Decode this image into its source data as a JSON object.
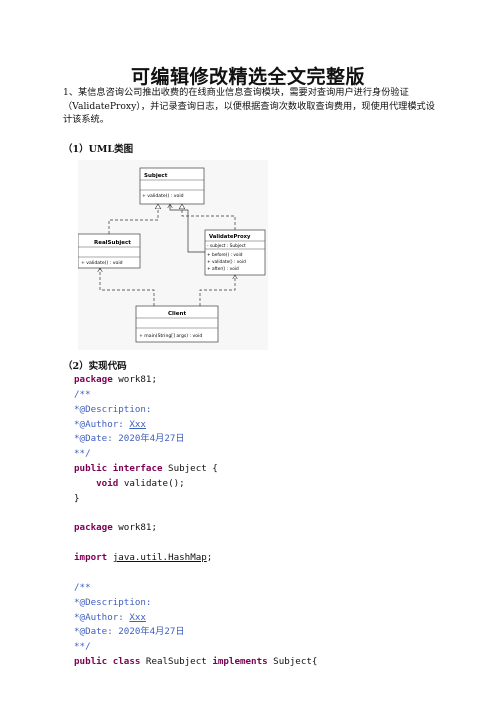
{
  "doc": {
    "title": "可编辑修改精选全文完整版",
    "intro": "1、某信息咨询公司推出收费的在线商业信息查询模块，需要对查询用户进行身份验证（ValidateProxy），并记录查询日志，以便根据查询次数收取查询费用，现使用代理模式设计该系统。",
    "section1": "（1）UML类图",
    "section2": "（2）实现代码"
  },
  "uml": {
    "subject": {
      "name": "Subject",
      "method": "+ validate()    : void"
    },
    "realsubject": {
      "name": "RealSubject",
      "method": "+ validate()    : void"
    },
    "proxy": {
      "name": "ValidateProxy",
      "attr": "- subject    : Subject",
      "methods": [
        "+ before()    : void",
        "+ validate()   : void",
        "+ after()     : void"
      ]
    },
    "client": {
      "name": "Client",
      "method": "+ main(String[] args) : void"
    }
  },
  "code": {
    "l1_kw": "package",
    "l1_rest": " work81;",
    "l2": "/**",
    "l3": "*@Description:",
    "l4_pre": "*@Author: ",
    "l4_name": "Xxx",
    "l5_pre": "*@Date: 2020",
    "l5_y": "年",
    "l5_m": "4",
    "l5_mc": "月",
    "l5_d": "27",
    "l5_dc": "日",
    "l6": "**/",
    "l7_kw": "public interface",
    "l7_rest": " Subject {",
    "l8_kw": "void",
    "l8_rest": " validate();",
    "l9": "}",
    "l10_kw": "package",
    "l10_rest": " work81;",
    "l11_kw": "import",
    "l11_rest": "java.util.HashMap",
    "l11_end": ";",
    "l12": "/**",
    "l13": "*@Description:",
    "l14_pre": "*@Author: ",
    "l14_name": "Xxx",
    "l15_pre": "*@Date: 2020",
    "l15_y": "年",
    "l15_m": "4",
    "l15_mc": "月",
    "l15_d": "27",
    "l15_dc": "日",
    "l16": "**/",
    "l17_kw": "public class",
    "l17_mid": " RealSubject ",
    "l17_kw2": "implements",
    "l17_rest": " Subject{"
  }
}
